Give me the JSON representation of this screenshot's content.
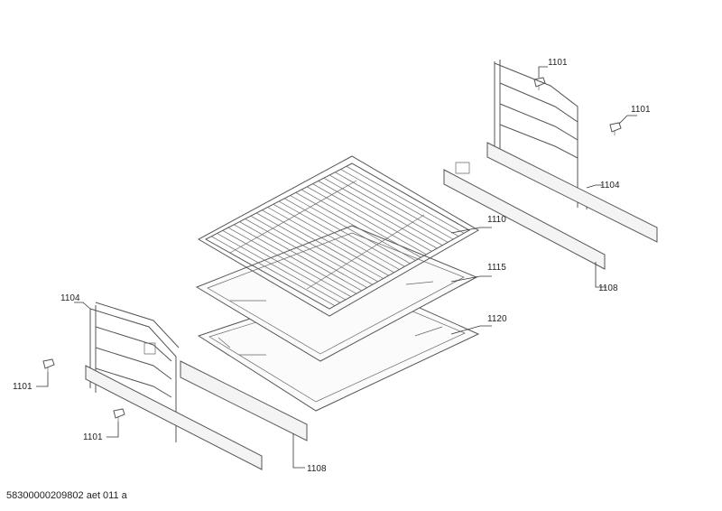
{
  "parts": {
    "clip_left_top": "1101",
    "clip_left_bottom": "1101",
    "clip_right_top": "1101",
    "clip_right_mid": "1101",
    "rack_left": "1104",
    "rack_right": "1104",
    "grid_shelf": "1110",
    "baking_tray": "1115",
    "deep_tray": "1120",
    "rail_left": "1108",
    "rail_right": "1108"
  },
  "drawing_number": "58300000209802 aet 011 a"
}
